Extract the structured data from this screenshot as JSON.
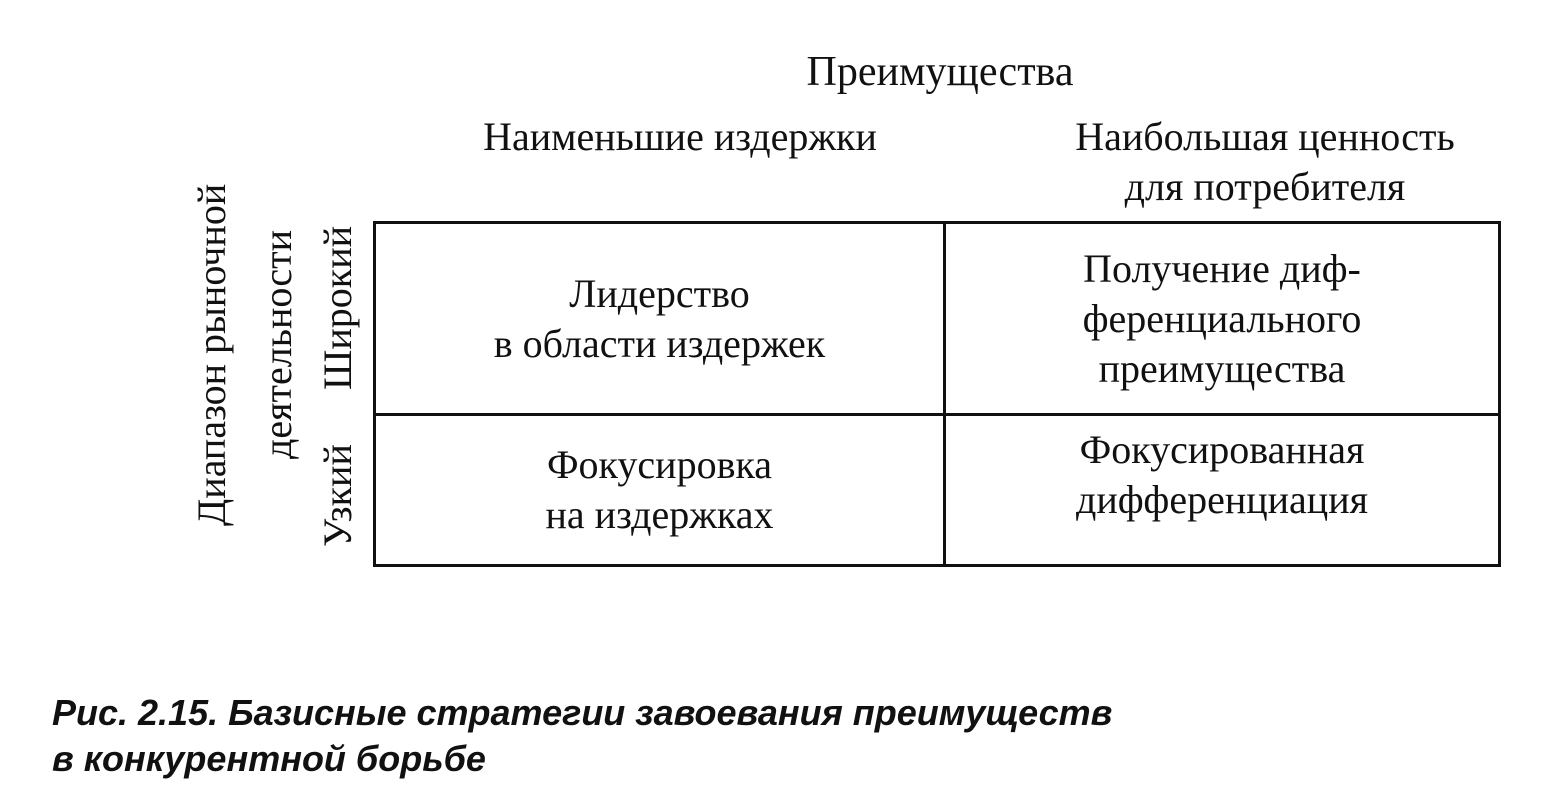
{
  "diagram": {
    "top_title": "Преимущества",
    "columns": [
      {
        "label": "Наименьшие издержки"
      },
      {
        "label": "Наибольшая ценность\nдля потребителя"
      }
    ],
    "row_axis": {
      "line1": "Диапазон рыночной",
      "line2": "деятельности"
    },
    "rows": [
      {
        "label": "Широкий"
      },
      {
        "label": "Узкий"
      }
    ],
    "cells": {
      "wide_cost": "Лидерство\nв области издержек",
      "wide_value": "Получение диф-\nференциального\nпреимущества",
      "narrow_cost": "Фокусировка\nна издержках",
      "narrow_value": "Фокусированная\nдифференциация"
    }
  },
  "caption": "Рис. 2.15. Базисные стратегии завоевания преимуществ\nв конкурентной борьбе"
}
